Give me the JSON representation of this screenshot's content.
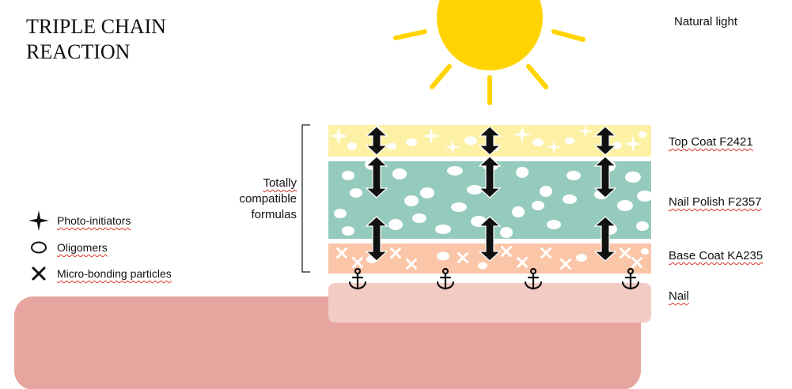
{
  "title": {
    "line1": "TRIPLE CHAIN",
    "line2": "REACTION"
  },
  "labels": {
    "natural_light": "Natural light",
    "top_coat": "Top Coat F2421",
    "nail_polish": "Nail Polish F2357",
    "base_coat": "Base Coat KA235",
    "nail": "Nail"
  },
  "bracket": {
    "line1": "Totally",
    "line2": "compatible",
    "line3": "formulas"
  },
  "legend": [
    {
      "icon": "four-point-star-icon",
      "label": "Photo-initiators"
    },
    {
      "icon": "ellipse-icon",
      "label": "Oligomers"
    },
    {
      "icon": "cross-icon",
      "label": "Micro-bonding particles"
    }
  ],
  "colors": {
    "sun": "#ffd400",
    "top_coat": "#fdf1a6",
    "nail_polish": "#95cbbd",
    "base_coat": "#fbc5a8",
    "nail": "#f2cbc5",
    "finger": "#e6a59e"
  }
}
